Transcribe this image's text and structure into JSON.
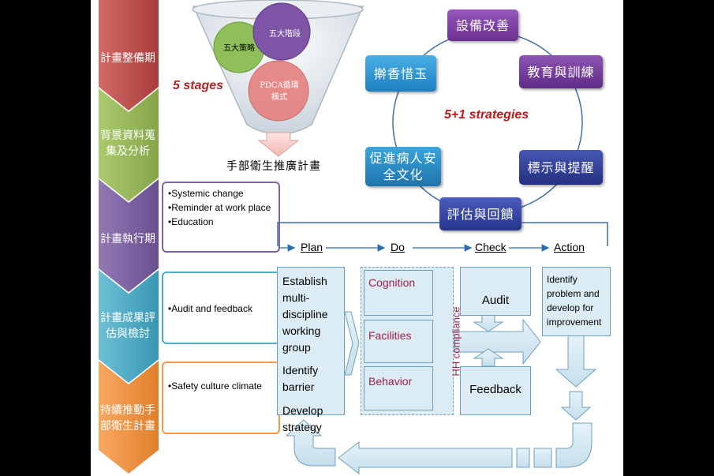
{
  "phases": [
    {
      "label": "計畫整備期",
      "color": "#c0504d"
    },
    {
      "label": "背景資料蒐集及分析",
      "color": "#9bbb59"
    },
    {
      "label": "計畫執行期",
      "color": "#8064a2"
    },
    {
      "label": "計畫成果評估與檢討",
      "color": "#4bacc6"
    },
    {
      "label": "持續推動手部衛生計畫",
      "color": "#f79646"
    }
  ],
  "phase_details": {
    "execution": [
      "•Systemic change",
      "•Reminder at work place",
      "•Education"
    ],
    "evaluation": [
      "•Audit and feedback"
    ],
    "sustain": [
      "•Safety culture climate"
    ]
  },
  "funnel": {
    "circle1": "五大策略",
    "circle2": "五大階段",
    "circle3": "PDCA循環模式",
    "stages_label": "5 stages",
    "output": "手部衛生推廣計畫"
  },
  "strategies": {
    "center_label": "5+1 strategies",
    "items": [
      {
        "label": "設備改善",
        "color": "#7a3fa0"
      },
      {
        "label": "教育與訓練",
        "color": "#7a3fa0"
      },
      {
        "label": "標示與提醒",
        "color": "#2f3f9e"
      },
      {
        "label": "評估與回饋",
        "color": "#3548a8"
      },
      {
        "label": "促進病人安全文化",
        "color": "#2587c4"
      },
      {
        "label": "擀香惜玉",
        "color": "#2a8fd0"
      }
    ]
  },
  "pdca": {
    "headers": [
      "Plan",
      "Do",
      "Check",
      "Action"
    ],
    "plan_items": [
      "Establish multi-discipline working group",
      "Identify barrier",
      "Develop strategy"
    ],
    "do_items": [
      "Cognition",
      "Facilities",
      "Behavior"
    ],
    "hh_label": "HH compliance",
    "check_items": [
      "Audit",
      "Feedback"
    ],
    "action_text": "Identify problem and develop for improvement"
  },
  "colors": {
    "maroon": "#9e1e4b",
    "panel": "#dcecf4",
    "panel_border": "#6f9fbf"
  }
}
